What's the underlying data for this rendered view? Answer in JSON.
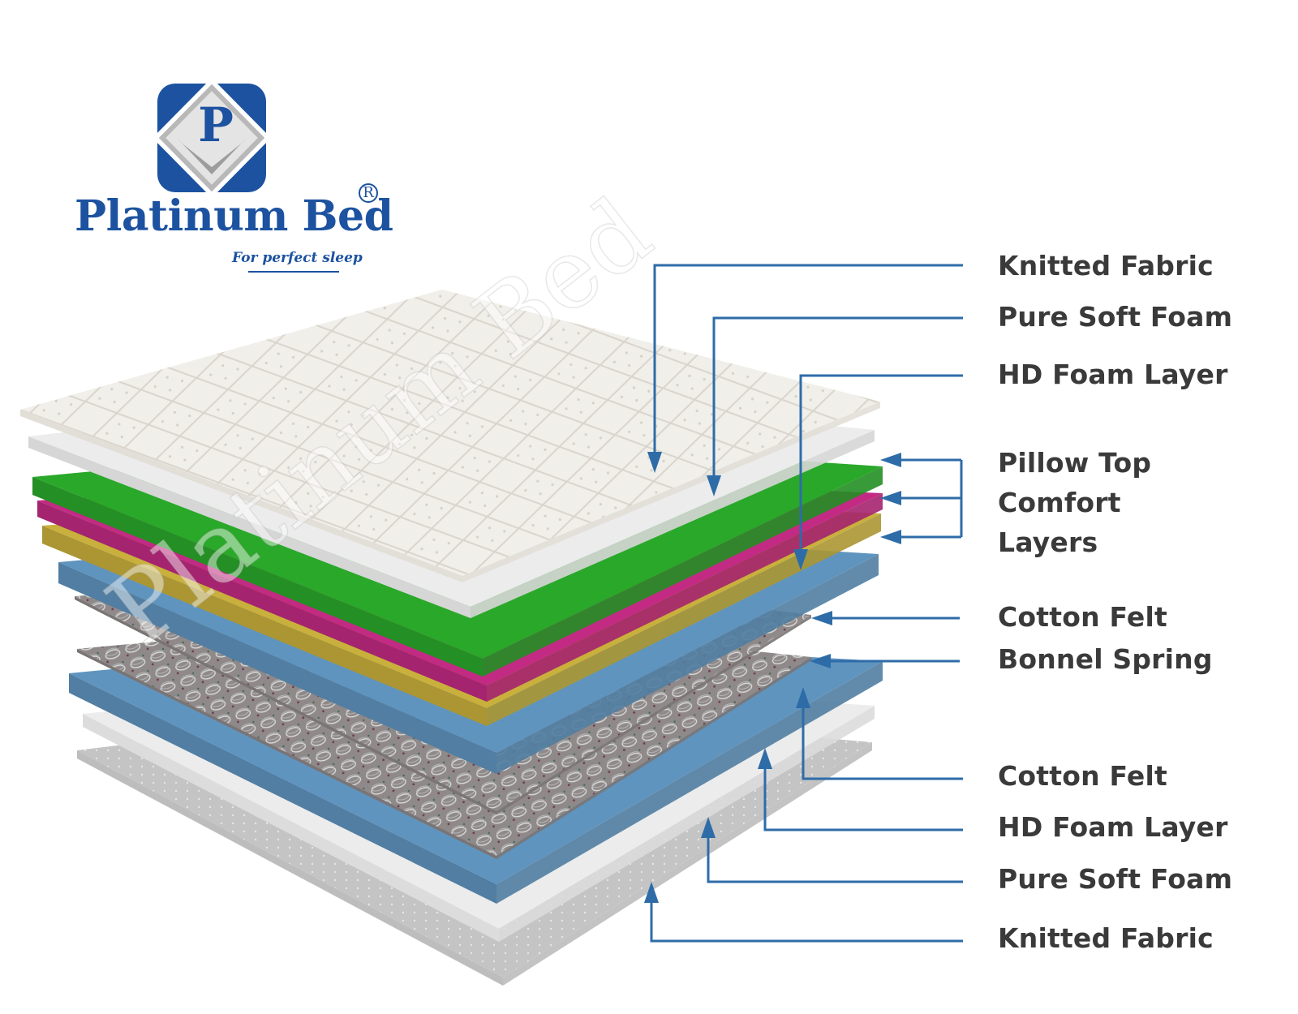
{
  "brand": {
    "logo_letter": "P",
    "name": "Platinum Bed",
    "registered_mark": "R",
    "tagline": "For perfect sleep",
    "watermark": "Platinum Bed",
    "color": "#1c52a0"
  },
  "colors": {
    "arrow": "#2e6ca8",
    "label_text": "#3a3a3a",
    "fabric": "#f1efea",
    "soft_foam": "#ececec",
    "green_layer": "#2aa82a",
    "magenta_layer": "#c22a83",
    "yellow_layer": "#c9b03c",
    "hd_foam": "#5f94bf",
    "felt_spring": "#8c8585",
    "bottom_fabric": "#bdbdbd"
  },
  "labels": {
    "top": [
      {
        "text": "Knitted Fabric",
        "icon": "arrow-down-icon"
      },
      {
        "text": "Pure Soft Foam",
        "icon": "arrow-down-icon"
      },
      {
        "text": "HD Foam Layer",
        "icon": "arrow-down-icon"
      }
    ],
    "pillow_top": {
      "line1": "Pillow Top",
      "line2": "Comfort",
      "line3": "Layers",
      "icon": "arrow-left-icon"
    },
    "middle": [
      {
        "text": "Cotton Felt",
        "icon": "arrow-left-icon"
      },
      {
        "text": "Bonnel Spring",
        "icon": "arrow-left-icon"
      }
    ],
    "bottom": [
      {
        "text": "Cotton Felt",
        "icon": "arrow-up-icon"
      },
      {
        "text": "HD Foam Layer",
        "icon": "arrow-up-icon"
      },
      {
        "text": "Pure Soft Foam",
        "icon": "arrow-up-icon"
      },
      {
        "text": "Knitted Fabric",
        "icon": "arrow-up-icon"
      }
    ]
  }
}
